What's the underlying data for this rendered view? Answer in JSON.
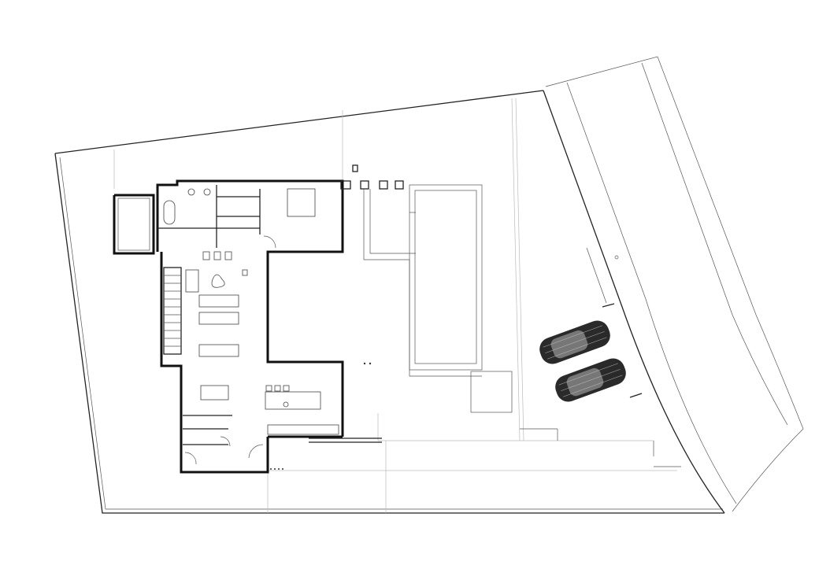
{
  "plan": {
    "colors": {
      "line": "#111111",
      "secondary": "#555555",
      "faint": "#bbbbbb",
      "background": "#ffffff"
    },
    "elements": [
      "site-boundary",
      "street",
      "house",
      "pool",
      "terrace",
      "parked-car",
      "parked-car"
    ]
  }
}
